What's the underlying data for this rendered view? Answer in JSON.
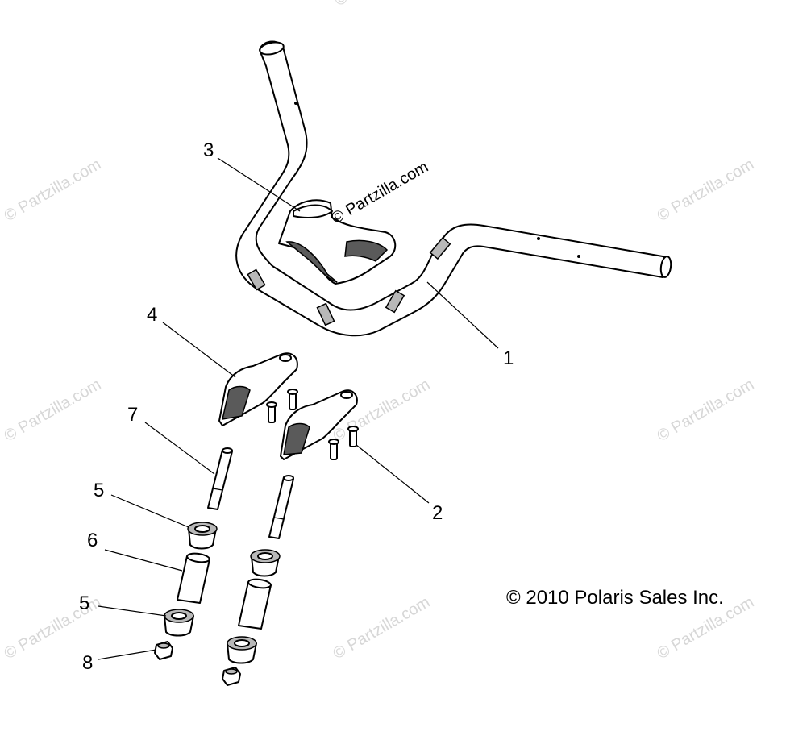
{
  "watermark": "© Partzilla.com",
  "copyright": "© 2010 Polaris Sales Inc.",
  "callouts": {
    "c1": "1",
    "c2": "2",
    "c3": "3",
    "c4": "4",
    "c5a": "5",
    "c5b": "5",
    "c6": "6",
    "c7": "7",
    "c8": "8"
  },
  "colors": {
    "line": "#000000",
    "shade": "#b8b8b8",
    "watermark": "#d7d7d7"
  }
}
